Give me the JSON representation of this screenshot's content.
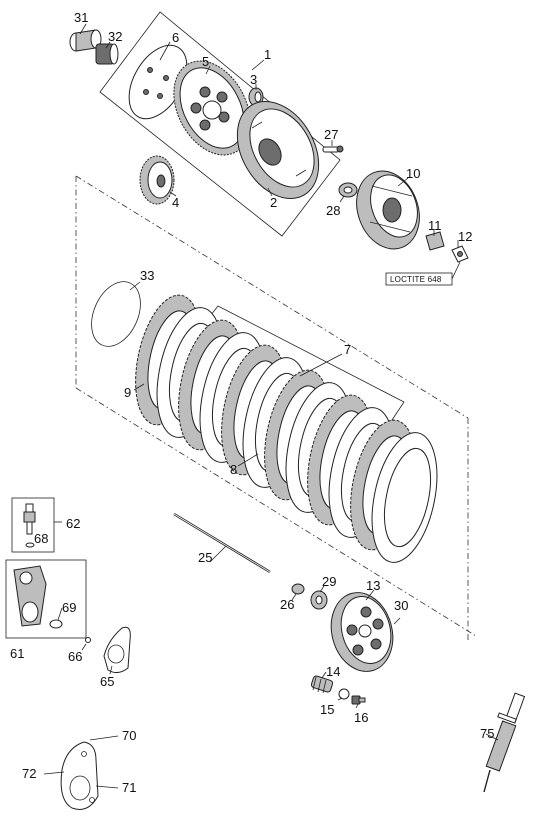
{
  "diagram": {
    "callouts": [
      {
        "id": "c31",
        "text": "31"
      },
      {
        "id": "c32",
        "text": "32"
      },
      {
        "id": "c6",
        "text": "6"
      },
      {
        "id": "c1",
        "text": "1"
      },
      {
        "id": "c5",
        "text": "5"
      },
      {
        "id": "c3",
        "text": "3"
      },
      {
        "id": "c27",
        "text": "27"
      },
      {
        "id": "c10",
        "text": "10"
      },
      {
        "id": "c2",
        "text": "2"
      },
      {
        "id": "c4",
        "text": "4"
      },
      {
        "id": "c28",
        "text": "28"
      },
      {
        "id": "c11",
        "text": "11"
      },
      {
        "id": "c12",
        "text": "12"
      },
      {
        "id": "c33",
        "text": "33"
      },
      {
        "id": "c7",
        "text": "7"
      },
      {
        "id": "c9",
        "text": "9"
      },
      {
        "id": "c8",
        "text": "8"
      },
      {
        "id": "c62",
        "text": "62"
      },
      {
        "id": "c68",
        "text": "68"
      },
      {
        "id": "c25",
        "text": "25"
      },
      {
        "id": "c29",
        "text": "29"
      },
      {
        "id": "c13",
        "text": "13"
      },
      {
        "id": "c26",
        "text": "26"
      },
      {
        "id": "c30",
        "text": "30"
      },
      {
        "id": "c69",
        "text": "69"
      },
      {
        "id": "c61",
        "text": "61"
      },
      {
        "id": "c66",
        "text": "66"
      },
      {
        "id": "c65",
        "text": "65"
      },
      {
        "id": "c14",
        "text": "14"
      },
      {
        "id": "c15",
        "text": "15"
      },
      {
        "id": "c16",
        "text": "16"
      },
      {
        "id": "c70",
        "text": "70"
      },
      {
        "id": "c75",
        "text": "75"
      },
      {
        "id": "c72",
        "text": "72"
      },
      {
        "id": "c71",
        "text": "71"
      }
    ],
    "note_label": "LOCTITE 648"
  }
}
